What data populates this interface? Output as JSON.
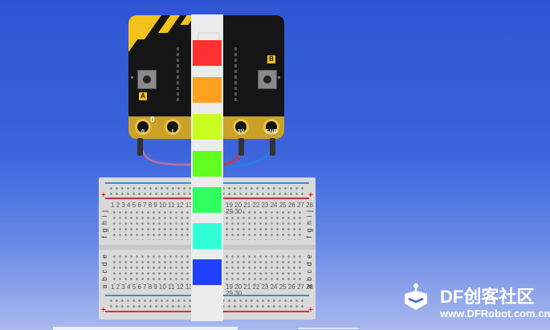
{
  "microbit": {
    "button_a_label": "A",
    "button_b_label": "B",
    "pins": [
      "0",
      "1",
      "3V",
      "GND"
    ],
    "pin0_value": "0"
  },
  "breadboard": {
    "row_letters_top": "f g h i j",
    "row_letters_bottom": "a b c d e",
    "plus_symbol": "+",
    "column_numbers_left": "1 2 3 4 5 6 7 8 9 10 11 12 13",
    "column_numbers_right": "19 20 21 22 23 24 25 26 27 28 29 30"
  },
  "led_strip": {
    "colors": [
      "#ff3030",
      "#ffa020",
      "#c8ff20",
      "#60ff20",
      "#30ff60",
      "#30ffd8",
      "#2040ff"
    ]
  },
  "wires": {
    "pin0_color": "#c070a0",
    "pin3v_color": "#e03030",
    "gnd_color": "#2a7de0"
  },
  "watermark": {
    "brand": "DF创客社区",
    "url": "www.DFRobot.com.cn"
  }
}
